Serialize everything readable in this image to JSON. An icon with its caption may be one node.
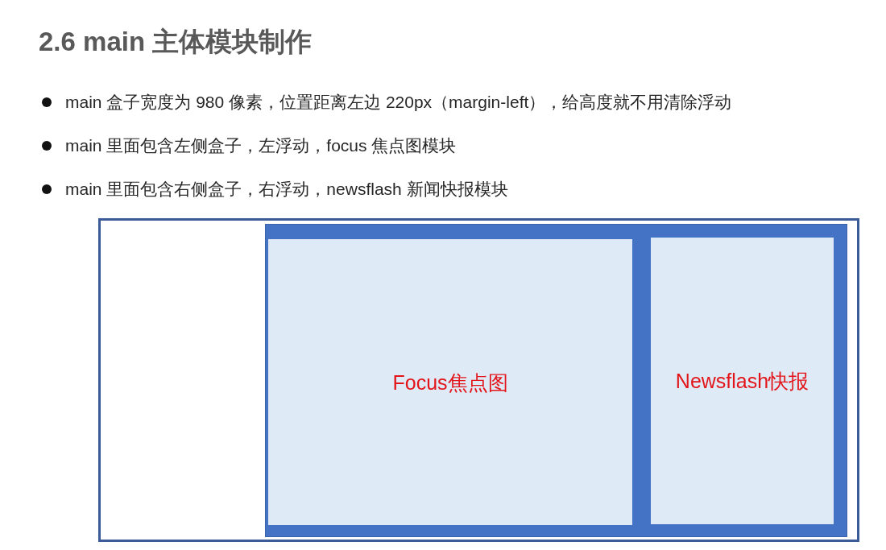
{
  "diagram": {
    "title": "2.6 main 主体模块制作",
    "nodes": [
      {
        "text": [],
        "shape": "box"
      },
      {
        "text": [],
        "shape": "box",
        "in": 0
      },
      {
        "text": [
          "Focus焦点图"
        ],
        "in": 1
      },
      {
        "text": [
          "Newsflash快报"
        ],
        "in": 1
      }
    ],
    "edges": [],
    "labels": [
      "main 盒子宽度为 980 像素，位置距离左边 220px（margin-left），给高度就不用清除浮动",
      "main 里面包含左侧盒子，左浮动，focus 焦点图模块",
      "main 里面包含右侧盒子，右浮动，newsflash 新闻快报模块"
    ]
  }
}
